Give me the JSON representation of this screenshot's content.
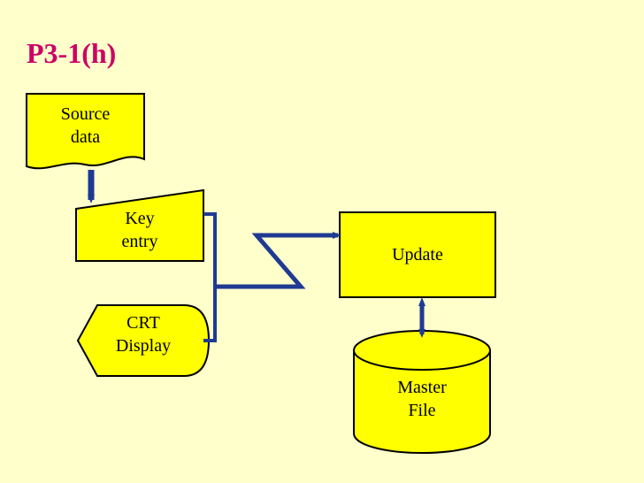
{
  "slide": {
    "background_color": "#ffffcc",
    "title": "P3-1(h)",
    "title_color": "#cc0066"
  },
  "diagram": {
    "type": "flowchart",
    "shape_fill": "#ffff00",
    "shape_stroke": "#000000",
    "arrow_color": "#1f3a93",
    "nodes": [
      {
        "id": "source-data",
        "label": "Source\ndata",
        "shape": "document"
      },
      {
        "id": "key-entry",
        "label": "Key\nentry",
        "shape": "manual-input"
      },
      {
        "id": "crt-display",
        "label": "CRT\nDisplay",
        "shape": "display"
      },
      {
        "id": "update",
        "label": "Update",
        "shape": "process"
      },
      {
        "id": "master-file",
        "label": "Master\nFile",
        "shape": "cylinder"
      }
    ],
    "connectors": [
      {
        "id": "source-to-key",
        "from": "source-data",
        "to": "key-entry",
        "style": "arrow-down"
      },
      {
        "id": "keyentry-crt-bracket",
        "from": "key-entry",
        "to": "crt-display",
        "style": "bracket"
      },
      {
        "id": "bracket-to-update",
        "from": "crt-display",
        "to": "update",
        "style": "zigzag-arrow"
      },
      {
        "id": "update-masterfile",
        "from": "update",
        "to": "master-file",
        "style": "double-arrow-vertical"
      }
    ]
  }
}
